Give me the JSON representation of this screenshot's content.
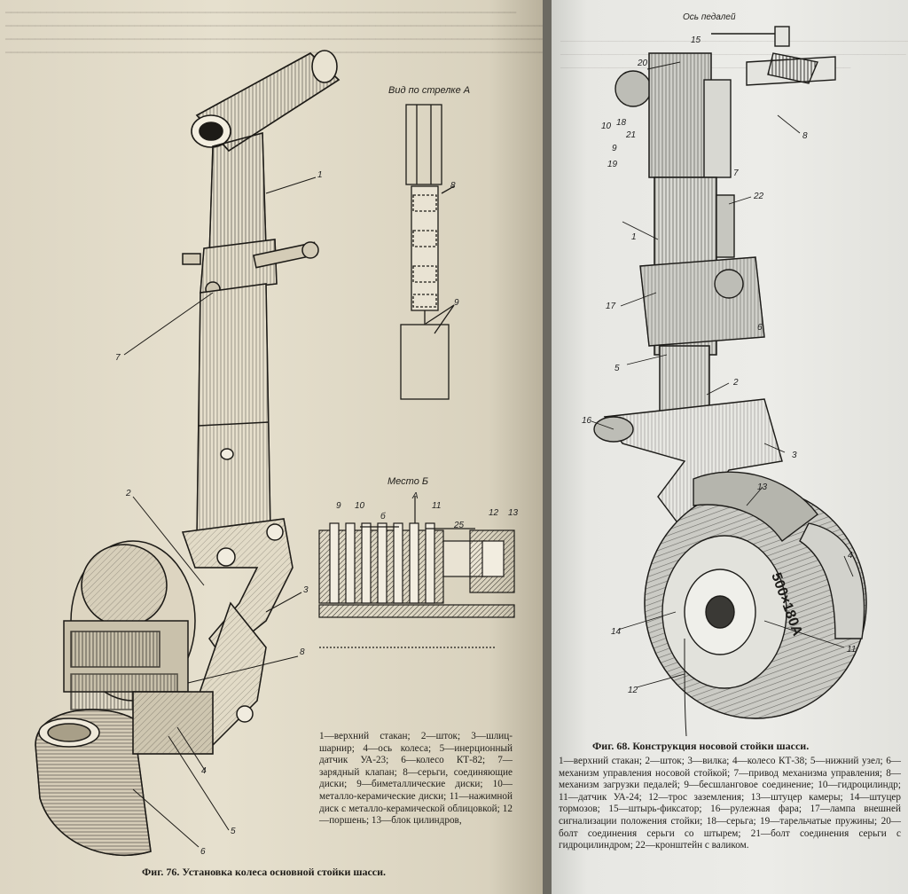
{
  "left_figure": {
    "caption": "Фиг. 76. Установка колеса основной стойки шасси.",
    "legend": "1—верхний стакан; 2—шток; 3—шлиц-шарнир; 4—ось колеса; 5—инерционный датчик УА-23; 6—колесо КТ-82; 7—зарядный клапан; 8—серьги, соединяющие диски; 9—биметаллические диски; 10—металло-керамические диски; 11—нажимной диск с металло-керамической облицовкой; 12—поршень; 13—блок цилиндров,",
    "view_a_title": "Вид по стрелке А",
    "detail_b_title": "Место Б",
    "callouts": [
      "1",
      "2",
      "3",
      "4",
      "5",
      "6",
      "7",
      "8"
    ],
    "view_a_callouts": [
      "8",
      "9"
    ],
    "detail_callouts": [
      "9",
      "10",
      "б",
      "А",
      "11",
      "25",
      "12",
      "13"
    ]
  },
  "right_figure": {
    "caption": "Фиг. 68. Конструкция носовой стойки шасси.",
    "legend": "1—верхний стакан; 2—шток; 3—вилка; 4—колесо КТ-38; 5—нижний узел; 6—механизм управления носовой стойкой; 7—привод механизма управления; 8—механизм загрузки педалей; 9—бесшланговое соединение; 10—гидроцилиндр; 11—датчик УА-24; 12—трос заземления; 13—штуцер камеры; 14—штуцер тормозов; 15—штырь-фиксатор; 16—рулежная фара; 17—лампа внешней сигнализации положения стойки; 18—серьга; 19—тарельчатые пружины; 20—болт соединения серьги со штырем; 21—болт соединения серьги с гидроцилиндром; 22—кронштейн с валиком.",
    "axis_label": "Ось педалей",
    "tire_marking": "500×180А",
    "callouts": [
      "15",
      "20",
      "10",
      "18",
      "21",
      "9",
      "19",
      "7",
      "8",
      "22",
      "1",
      "17",
      "6",
      "5",
      "2",
      "16",
      "3",
      "13",
      "4",
      "14",
      "11",
      "12"
    ]
  }
}
